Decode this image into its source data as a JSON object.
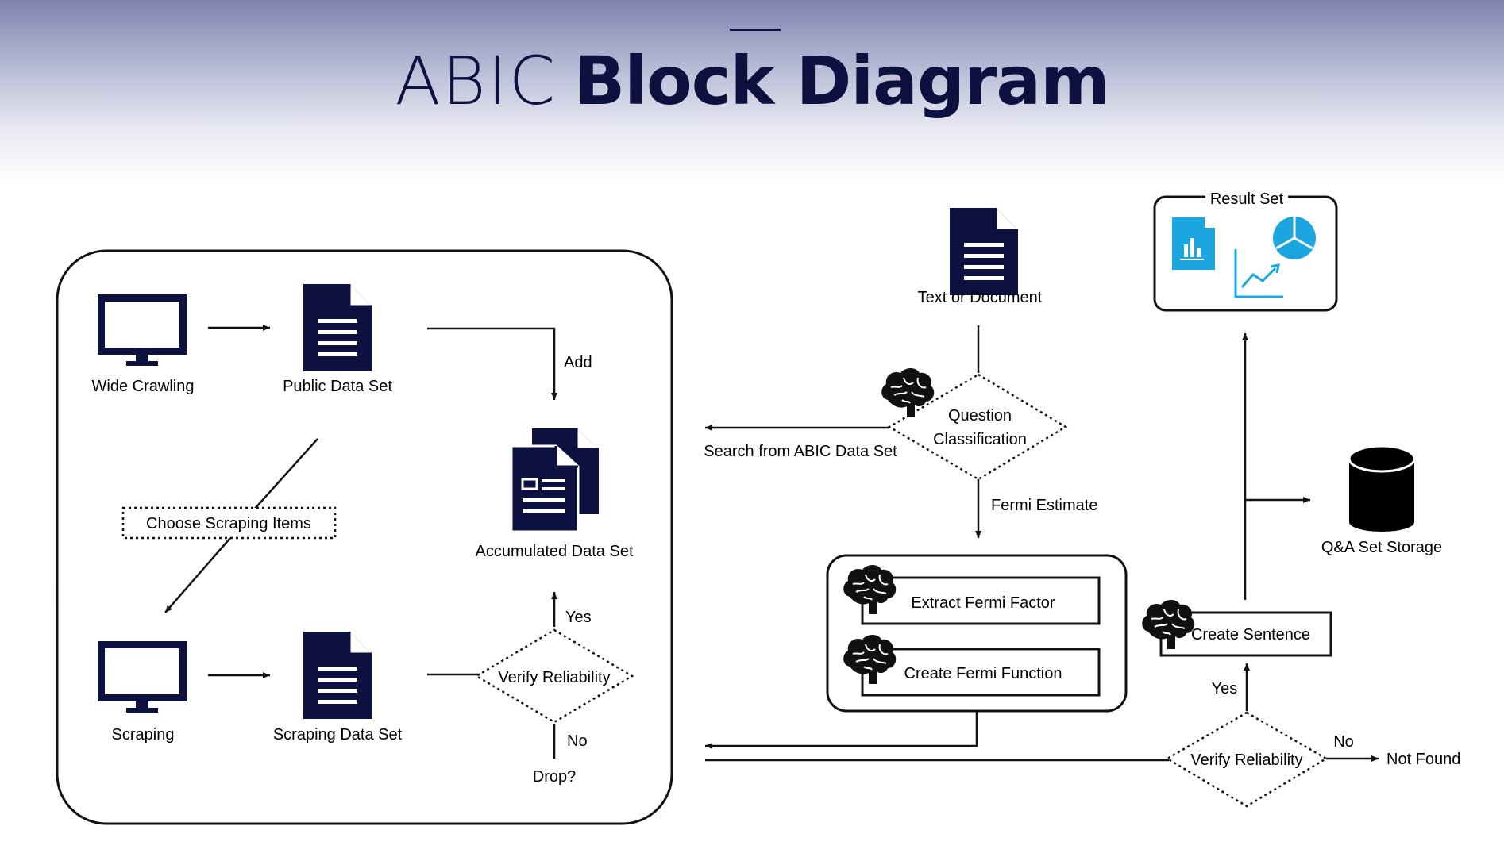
{
  "header": {
    "logo": "ABIC",
    "title": "Block Diagram"
  },
  "colors": {
    "navy": "#0d1140",
    "cyan": "#1ba6e0",
    "header_top": "#7f83ad"
  },
  "left_panel": {
    "wide_crawling": "Wide Crawling",
    "public_data_set": "Public Data Set",
    "add": "Add",
    "accumulated_data_set": "Accumulated Data Set",
    "choose_scraping_items": "Choose Scraping Items",
    "scraping": "Scraping",
    "scraping_data_set": "Scraping Data Set",
    "verify_reliability": "Verify Reliability",
    "yes": "Yes",
    "no": "No",
    "drop": "Drop?"
  },
  "right_panel": {
    "text_or_document": "Text or Document",
    "question_classification_line1": "Question",
    "question_classification_line2": "Classification",
    "search_from_abic": "Search from ABIC Data Set",
    "fermi_estimate": "Fermi Estimate",
    "extract_fermi_factor": "Extract Fermi Factor",
    "create_fermi_function": "Create Fermi Function",
    "result_set": "Result Set",
    "qa_set_storage": "Q&A Set Storage",
    "create_sentence": "Create Sentence",
    "yes": "Yes",
    "verify_reliability": "Verify Reliability",
    "no": "No",
    "not_found": "Not Found"
  },
  "icons": [
    "monitor-icon",
    "document-icon",
    "documents-stack-icon",
    "brain-icon",
    "database-icon",
    "bar-chart-document-icon",
    "line-chart-icon",
    "pie-chart-icon"
  ]
}
